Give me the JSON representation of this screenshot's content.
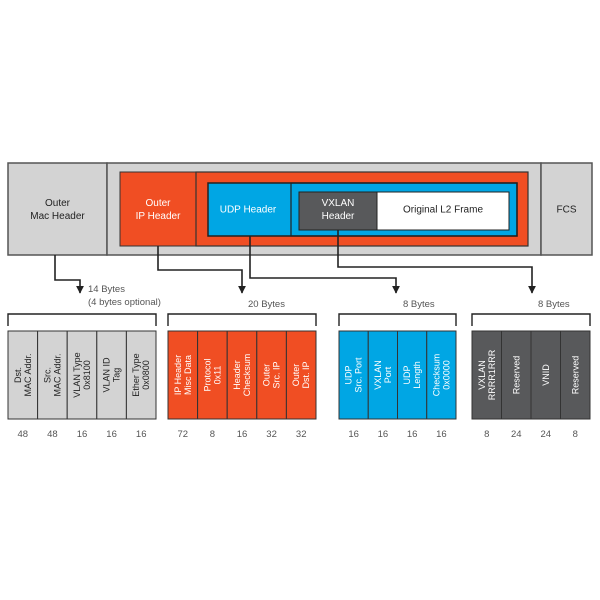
{
  "colors": {
    "grey": "#d3d3d3",
    "orange": "#f04e23",
    "blue": "#00a6e4",
    "dark": "#58595b",
    "white": "#ffffff",
    "line": "#222222",
    "text": "#222222",
    "label": "#555555"
  },
  "frame": {
    "outer_mac": [
      "Outer",
      "Mac Header"
    ],
    "outer_ip": [
      "Outer",
      "IP Header"
    ],
    "udp": [
      "UDP Header"
    ],
    "vxlan": [
      "VXLAN",
      "Header"
    ],
    "original": [
      "Original L2 Frame"
    ],
    "fcs": [
      "FCS"
    ]
  },
  "groups": [
    {
      "size_label": [
        "14 Bytes",
        "(4 bytes optional)"
      ],
      "color": "grey",
      "fields": [
        {
          "label": [
            "Dst.",
            "MAC Addr."
          ],
          "bits": "48"
        },
        {
          "label": [
            "Src.",
            "MAC Addr."
          ],
          "bits": "48"
        },
        {
          "label": [
            "VLAN Type",
            "0x8100"
          ],
          "bits": "16"
        },
        {
          "label": [
            "VLAN ID",
            "Tag"
          ],
          "bits": "16"
        },
        {
          "label": [
            "Ether Type",
            "0x0800"
          ],
          "bits": "16"
        }
      ]
    },
    {
      "size_label": [
        "20 Bytes"
      ],
      "color": "orange",
      "fields": [
        {
          "label": [
            "IP Header",
            "Misc Data"
          ],
          "bits": "72"
        },
        {
          "label": [
            "Protocol",
            "0x11"
          ],
          "bits": "8"
        },
        {
          "label": [
            "Header",
            "Checksum"
          ],
          "bits": "16"
        },
        {
          "label": [
            "Outer",
            "Src. IP"
          ],
          "bits": "32"
        },
        {
          "label": [
            "Outer",
            "Dst. IP"
          ],
          "bits": "32"
        }
      ]
    },
    {
      "size_label": [
        "8 Bytes"
      ],
      "color": "blue",
      "fields": [
        {
          "label": [
            "UDP",
            "Src. Port"
          ],
          "bits": "16"
        },
        {
          "label": [
            "VXLAN",
            "Port"
          ],
          "bits": "16"
        },
        {
          "label": [
            "UDP",
            "Length"
          ],
          "bits": "16"
        },
        {
          "label": [
            "Checksum",
            "0x0000"
          ],
          "bits": "16"
        }
      ]
    },
    {
      "size_label": [
        "8 Bytes"
      ],
      "color": "dark",
      "fields": [
        {
          "label": [
            "VXLAN",
            "RRRR1RRR"
          ],
          "bits": "8"
        },
        {
          "label": [
            "Reserved"
          ],
          "bits": "24"
        },
        {
          "label": [
            "VNID"
          ],
          "bits": "24"
        },
        {
          "label": [
            "Reserved"
          ],
          "bits": "8"
        }
      ]
    }
  ]
}
